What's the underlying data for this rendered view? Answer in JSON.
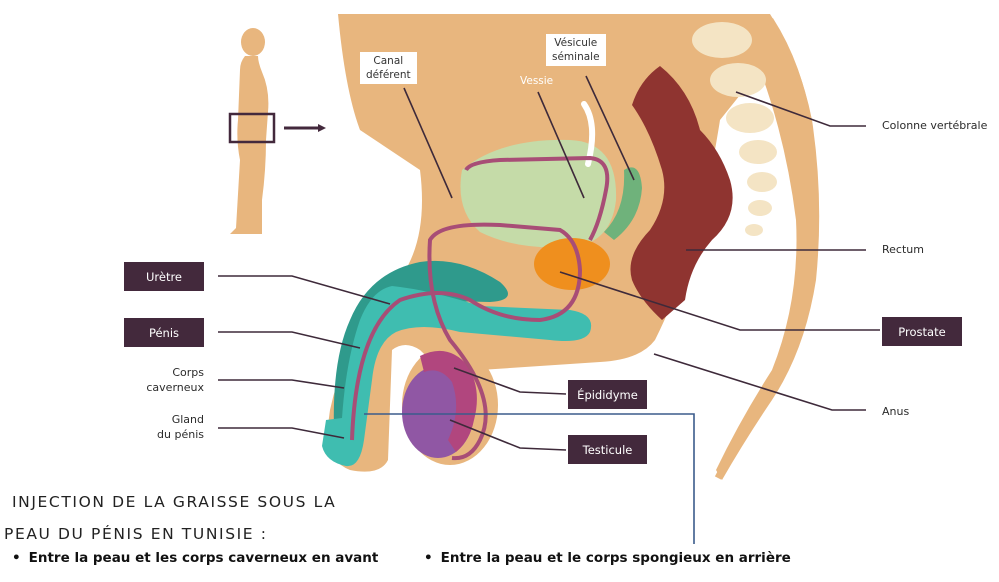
{
  "labels": {
    "canal_deferent": "Canal\ndéférent",
    "vesicule_seminale": "Vésicule\nséminale",
    "vessie": "Vessie",
    "colonne_vertebrale": "Colonne vertébrale",
    "rectum": "Rectum",
    "prostate": "Prostate",
    "anus": "Anus",
    "uretre": "Urètre",
    "penis": "Pénis",
    "corps_caverneux": "Corps\ncaverneux",
    "gland_du_penis": "Gland\ndu pénis",
    "epididyme": "Épididyme",
    "testicule": "Testicule"
  },
  "heading": {
    "line1": "INJECTION DE LA GRAISSE SOUS LA",
    "line2": "PEAU DU PÉNIS EN TUNISIE :"
  },
  "bullets": [
    "Entre la peau et les corps caverneux en avant",
    "Entre la peau et le corps spongieux en arrière"
  ],
  "colors": {
    "skin": "#e8b67e",
    "bladder": "#c5dba8",
    "rectum": "#8f3430",
    "prostate": "#ef8f1e",
    "seminal_vesicle": "#6fb27b",
    "corpus": "#2f9a8c",
    "urethra_tissue": "#3fbdb0",
    "vas_deferens": "#a84d76",
    "testicle": "#9057a4",
    "epididymis": "#b1467e",
    "vertebra": "#f4e4c4",
    "label_box": "#43293c",
    "leader_line": "#3e2a3a",
    "blue_line": "#3b5b8c"
  }
}
